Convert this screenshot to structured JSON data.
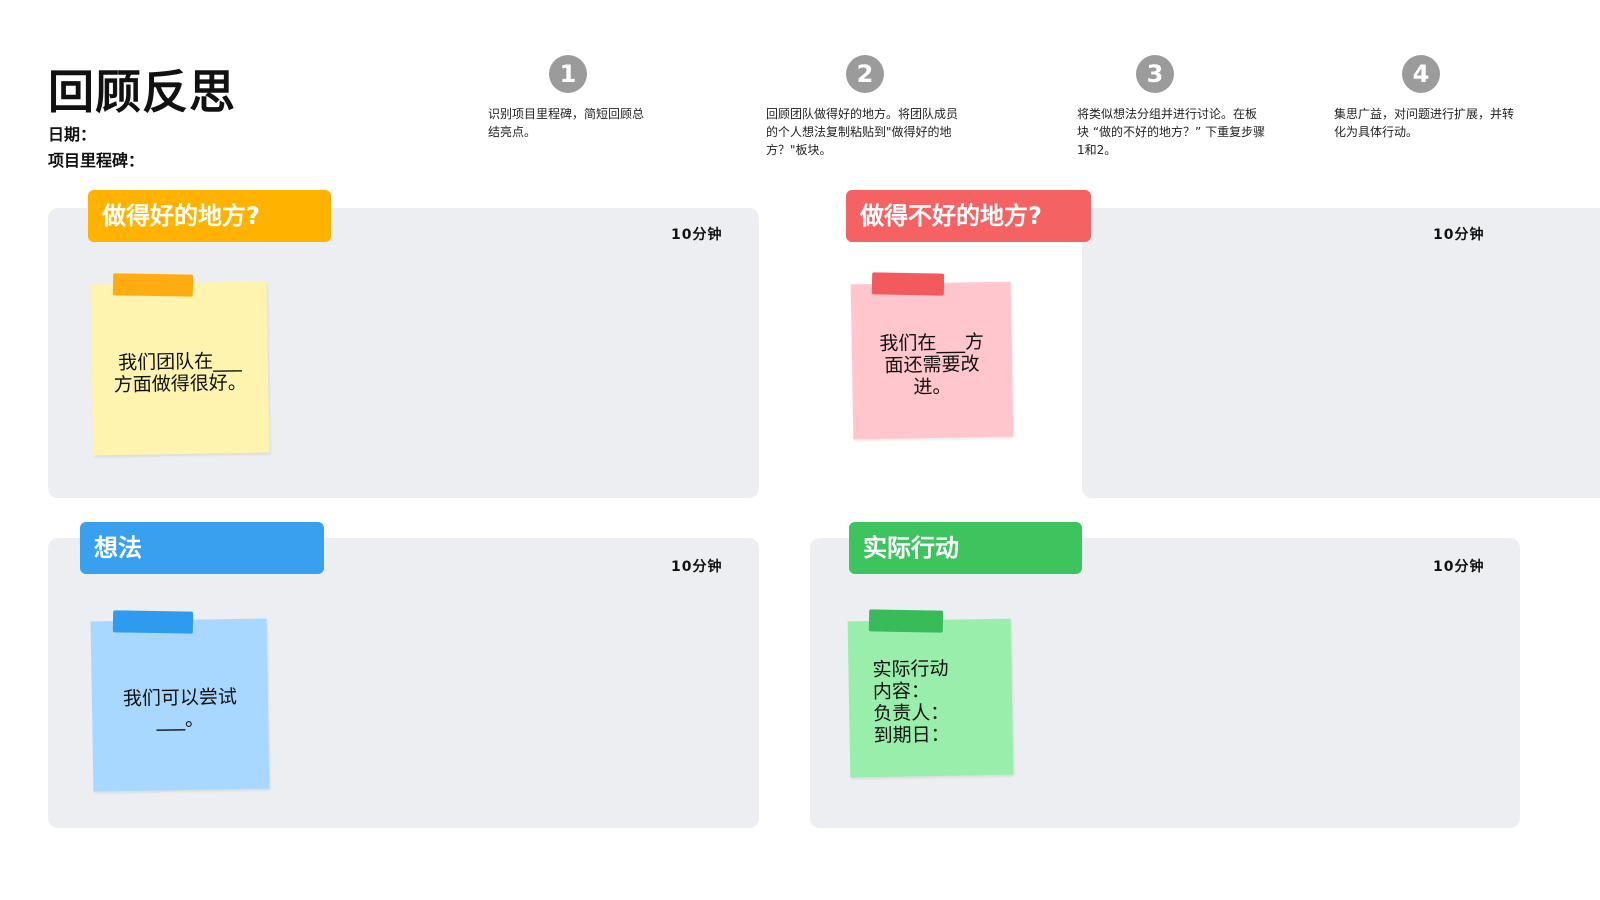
{
  "header": {
    "title": "回顾反思",
    "date_label": "日期：",
    "milestone_label": "项目里程碑："
  },
  "steps": [
    {
      "number": "1",
      "text": "识别项目里程碑，简短回顾总结亮点。"
    },
    {
      "number": "2",
      "text": "回顾团队做得好的地方。将团队成员的个人想法复制粘贴到\"做得好的地方？\"板块。"
    },
    {
      "number": "3",
      "text": "将类似想法分组并进行讨论。在板块 “做的不好的地方？” 下重复步骤1和2。"
    },
    {
      "number": "4",
      "text": "集思广益，对问题进行扩展，并转化为具体行动。"
    }
  ],
  "panels": {
    "went_well": {
      "title": "做得好的地方?",
      "timer": "10分钟",
      "note": "我们团队在___方面做得很好。",
      "color": "#ffb300",
      "note_color": "#fff3b0",
      "tape_color": "#ffac12"
    },
    "went_poorly": {
      "title": "做得不好的地方?",
      "timer": "10分钟",
      "note": "我们在___方面还需要改进。",
      "color": "#f46263",
      "note_color": "#ffc7cd",
      "tape_color": "#f25a5e"
    },
    "ideas": {
      "title": "想法",
      "timer": "10分钟",
      "note": "我们可以尝试___。",
      "color": "#38a0ee",
      "note_color": "#a8d8ff",
      "tape_color": "#2f9bef"
    },
    "actions": {
      "title": "实际行动",
      "timer": "10分钟",
      "note_lines": [
        "实际行动",
        "内容：",
        "负责人：",
        "到期日："
      ],
      "color": "#3ec45f",
      "note_color": "#98eeaa",
      "tape_color": "#38bb59"
    }
  },
  "icons": {
    "step": "numbered-circle-icon",
    "tape": "tape-strip-icon"
  }
}
